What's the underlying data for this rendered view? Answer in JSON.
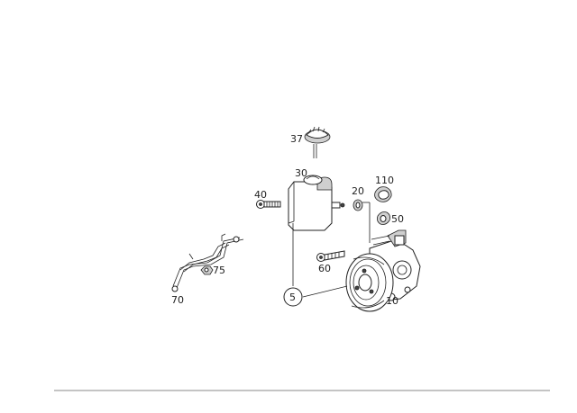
{
  "callouts": {
    "c37": "37",
    "c30": "30",
    "c40": "40",
    "c20": "20",
    "c110": "110",
    "c50": "50",
    "c60": "60",
    "c75": "75",
    "c70": "70",
    "c5": "5",
    "c10": "10"
  },
  "colors": {
    "ink": "#222222",
    "background": "#ffffff"
  }
}
